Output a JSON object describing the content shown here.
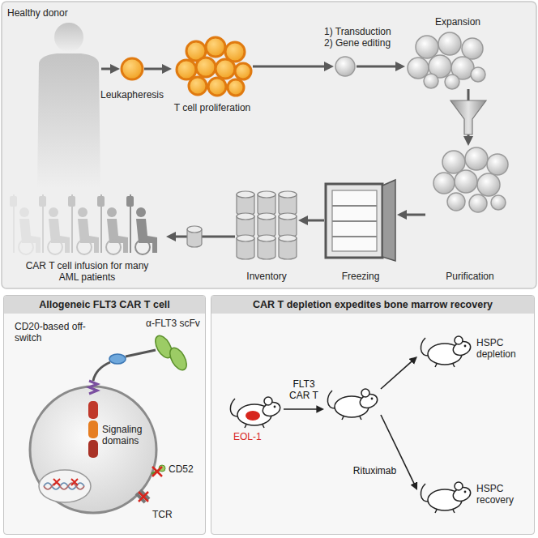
{
  "diagram": {
    "nodes": [
      {
        "text": [
          "Healthy donor"
        ]
      },
      {
        "text": [
          "Leukapheresis"
        ]
      },
      {
        "text": [
          "T cell proliferation"
        ]
      },
      {
        "text": [
          "1) Transduction",
          "2) Gene editing"
        ]
      },
      {
        "text": [
          "Expansion"
        ]
      },
      {
        "text": [
          "Purification"
        ]
      },
      {
        "text": [
          "Freezing"
        ]
      },
      {
        "text": [
          "Inventory"
        ]
      },
      {
        "text": [
          "CAR T cell infusion for many AML patients"
        ]
      },
      {
        "text": [
          "Allogeneic FLT3 CAR T cell"
        ]
      },
      {
        "text": [
          "CAR T depletion expedites bone marrow recovery"
        ]
      },
      {
        "text": [
          "EOL-1"
        ],
        "in": 10
      },
      {
        "text": [],
        "in": 10
      },
      {
        "text": [
          "HSPC depletion"
        ],
        "in": 10
      },
      {
        "text": [
          "HSPC recovery"
        ],
        "in": 10
      }
    ],
    "edges": [
      {
        "from": 0,
        "to": 1,
        "arrow": "to"
      },
      {
        "from": 1,
        "to": 2,
        "arrow": "to"
      },
      {
        "from": 2,
        "to": 3,
        "arrow": "to"
      },
      {
        "from": 3,
        "to": 4,
        "arrow": "to"
      },
      {
        "from": 4,
        "to": 5,
        "arrow": "to"
      },
      {
        "from": 5,
        "to": 6,
        "arrow": "to"
      },
      {
        "from": 6,
        "to": 7,
        "arrow": "to"
      },
      {
        "from": 7,
        "to": 8,
        "arrow": "to"
      },
      {
        "from": 11,
        "to": 12,
        "label": "FLT3 CAR T",
        "arrow": "to"
      },
      {
        "from": 12,
        "to": 13,
        "arrow": "to"
      },
      {
        "from": 12,
        "to": 14,
        "label": "Rituximab",
        "arrow": "to"
      }
    ],
    "labels": [
      "CD20-based off-switch",
      "α-FLT3 scFv",
      "Signaling domains",
      "CD52",
      "TCR"
    ]
  }
}
